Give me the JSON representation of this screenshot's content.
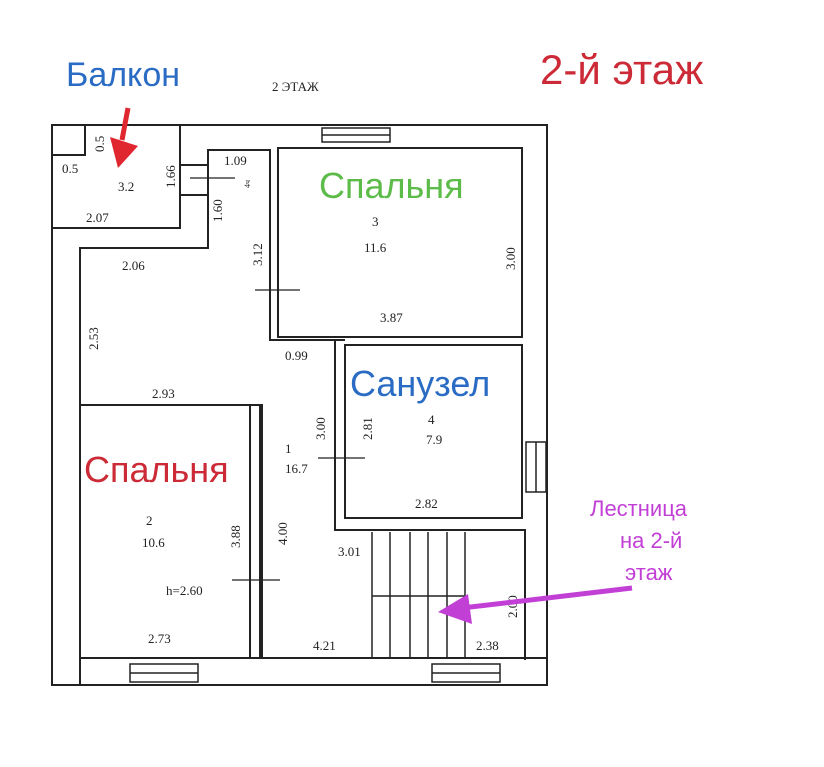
{
  "title": "2-й этаж",
  "plan_caption": "2 ЭТАЖ",
  "colors": {
    "red": "#cc2a36",
    "blue": "#2a6bc4",
    "green": "#5dbb4a",
    "magenta": "#c23fd6"
  },
  "labels": {
    "balcony": "Балкон",
    "bedroom_top": "Спальня",
    "bathroom": "Санузел",
    "bedroom_left": "Спальня",
    "stairs_line1": "Лестница",
    "stairs_line2": "на 2-й",
    "stairs_line3": "этаж"
  },
  "dimensions": {
    "balcony_small_w": "0.5",
    "balcony_small_h": "0.5",
    "balcony_area": "3.2",
    "balcony_width": "2.07",
    "balcony_side": "1.66",
    "corridor_top": "1.09",
    "corridor_side": "1.60",
    "corridor_mark": "4ч",
    "hall_top": "2.06",
    "hall_side": "2.53",
    "hall_bottom": "2.93",
    "wall_312": "3.12",
    "room3_num": "3",
    "room3_area": "11.6",
    "room3_height": "3.00",
    "room3_width": "3.87",
    "gap_099": "0.99",
    "hall_300": "3.00",
    "room4_side": "2.81",
    "room4_num": "4",
    "room4_area": "7.9",
    "room4_width": "2.82",
    "room1_num": "1",
    "room1_area": "16.7",
    "room2_num": "2",
    "room2_area": "10.6",
    "room2_side": "3.88",
    "hall_400": "4.00",
    "ceiling_height": "h=2.60",
    "room2_width": "2.73",
    "stairs_301": "3.01",
    "hall_bottom_w": "4.21",
    "stairs_side": "2.00",
    "stairs_width": "2.38"
  }
}
